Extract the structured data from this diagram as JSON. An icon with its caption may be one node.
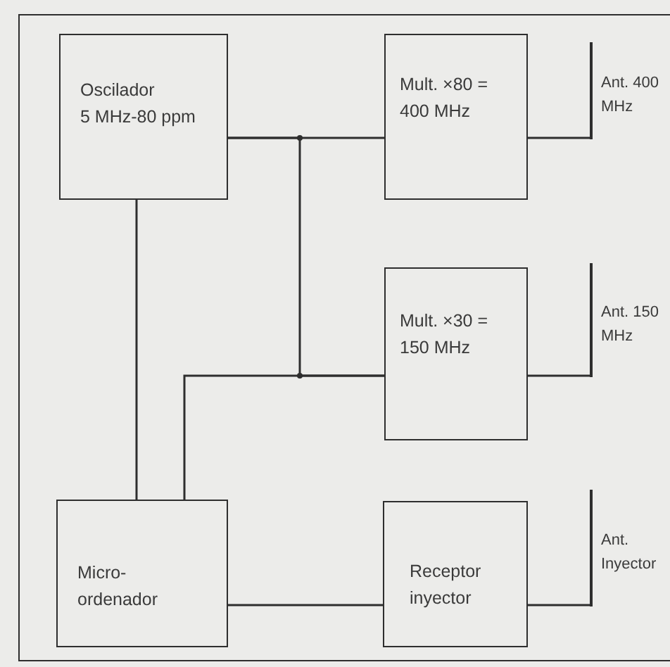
{
  "diagram": {
    "nodes": [
      {
        "text": [
          "Oscilador",
          "5 MHz-80 ppm"
        ]
      },
      {
        "text": [
          "Mult. ×80 = 400 MHz"
        ]
      },
      {
        "text": [
          "Mult. ×30 = 150 MHz"
        ]
      },
      {
        "text": [
          "Micro- ordenador"
        ]
      },
      {
        "text": [
          "Receptor inyector"
        ]
      },
      {
        "text": [],
        "shape": "bar",
        "beside": [
          "Ant. 400 MHz"
        ]
      },
      {
        "text": [],
        "shape": "bar",
        "beside": [
          "Ant. 150 MHz"
        ]
      },
      {
        "text": [],
        "shape": "bar",
        "beside": [
          "Ant. Inyector"
        ]
      }
    ],
    "edges": [
      {
        "from": 0,
        "to": 1,
        "arrow": "none"
      },
      {
        "from": 0,
        "to": 2,
        "arrow": "none"
      },
      {
        "from": 3,
        "to": 2,
        "arrow": "none"
      },
      {
        "from": 0,
        "to": 3,
        "arrow": "none"
      },
      {
        "from": 3,
        "to": 4,
        "arrow": "none"
      },
      {
        "from": 1,
        "to": 5,
        "arrow": "none"
      },
      {
        "from": 2,
        "to": 6,
        "arrow": "none"
      },
      {
        "from": 4,
        "to": 7,
        "arrow": "none"
      }
    ]
  }
}
